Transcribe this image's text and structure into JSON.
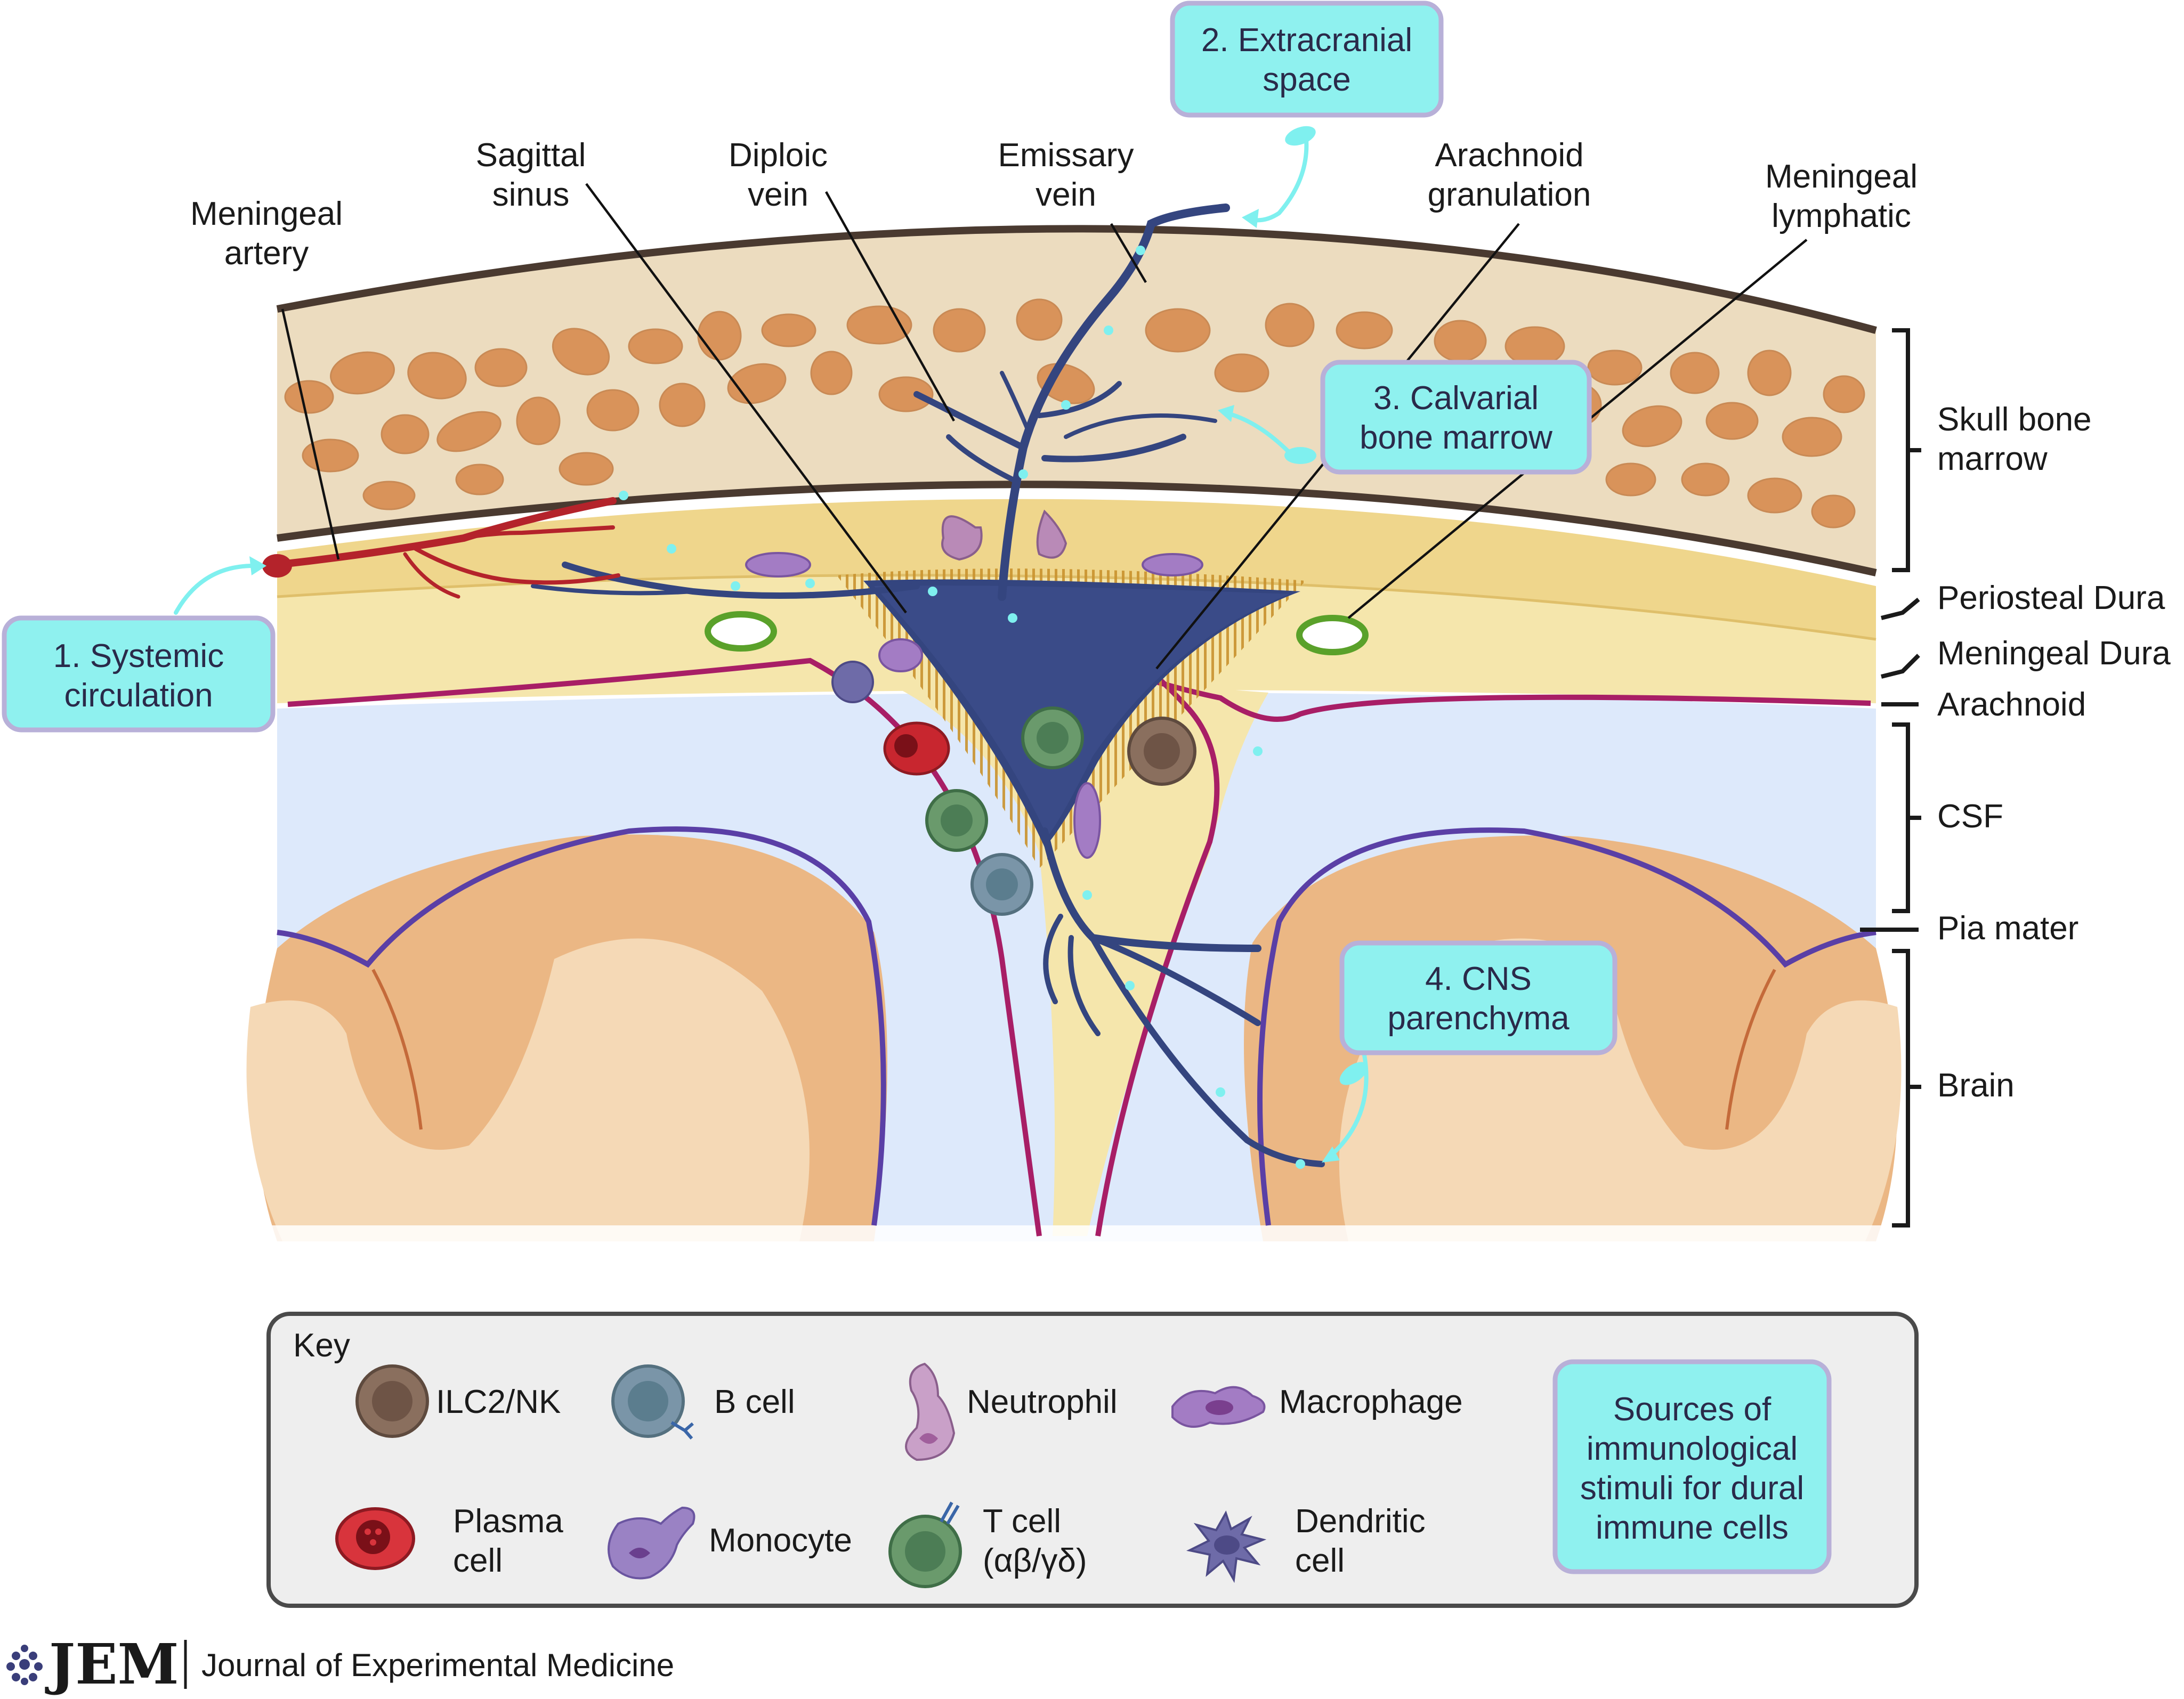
{
  "anatomy_labels": {
    "meningeal_artery": [
      "Meningeal",
      "artery"
    ],
    "sagittal_sinus": [
      "Sagittal",
      "sinus"
    ],
    "diploic_vein": [
      "Diploic",
      "vein"
    ],
    "emissary_vein": [
      "Emissary",
      "vein"
    ],
    "arachnoid_granulation": [
      "Arachnoid",
      "granulation"
    ],
    "meningeal_lymphatic": [
      "Meningeal",
      "lymphatic"
    ]
  },
  "layer_labels": {
    "skull_bone_marrow": [
      "Skull bone",
      "marrow"
    ],
    "periosteal_dura": "Periosteal Dura",
    "meningeal_dura": "Meningeal Dura",
    "arachnoid": "Arachnoid",
    "csf": "CSF",
    "pia_mater": "Pia mater",
    "brain": "Brain"
  },
  "sources": {
    "systemic": [
      "1. Systemic",
      "circulation"
    ],
    "extracranial": [
      "2. Extracranial",
      "space"
    ],
    "calvarial": [
      "3. Calvarial",
      "bone marrow"
    ],
    "cns": [
      "4. CNS",
      "parenchyma"
    ]
  },
  "key": {
    "title": "Key",
    "items": {
      "ilc2": "ILC2/NK",
      "bcell": "B cell",
      "neutrophil": "Neutrophil",
      "macrophage": "Macrophage",
      "plasma": [
        "Plasma",
        "cell"
      ],
      "monocyte": "Monocyte",
      "tcell": [
        "T cell",
        "(αβ/γδ)"
      ],
      "dendritic": [
        "Dendritic",
        "cell"
      ]
    },
    "sources_note": [
      "Sources of",
      "immunological",
      "stimuli for dural",
      "immune cells"
    ]
  },
  "footer": {
    "logo": "JEM",
    "journal": "Journal of Experimental Medicine"
  },
  "colors": {
    "skull": "#ecdcbf",
    "marrow": "#d9935a",
    "dura_periosteal": "#efd68c",
    "dura_meningeal": "#f5e6ac",
    "csf": "#dde9fb",
    "brain_dark": "#ebb784",
    "brain_light": "#f5d9b6",
    "sinus": "#34457f",
    "artery": "#b4232b",
    "arachnoid": "#a81e66",
    "pia": "#5a3fa6",
    "source_box": "#8ff1ef"
  }
}
